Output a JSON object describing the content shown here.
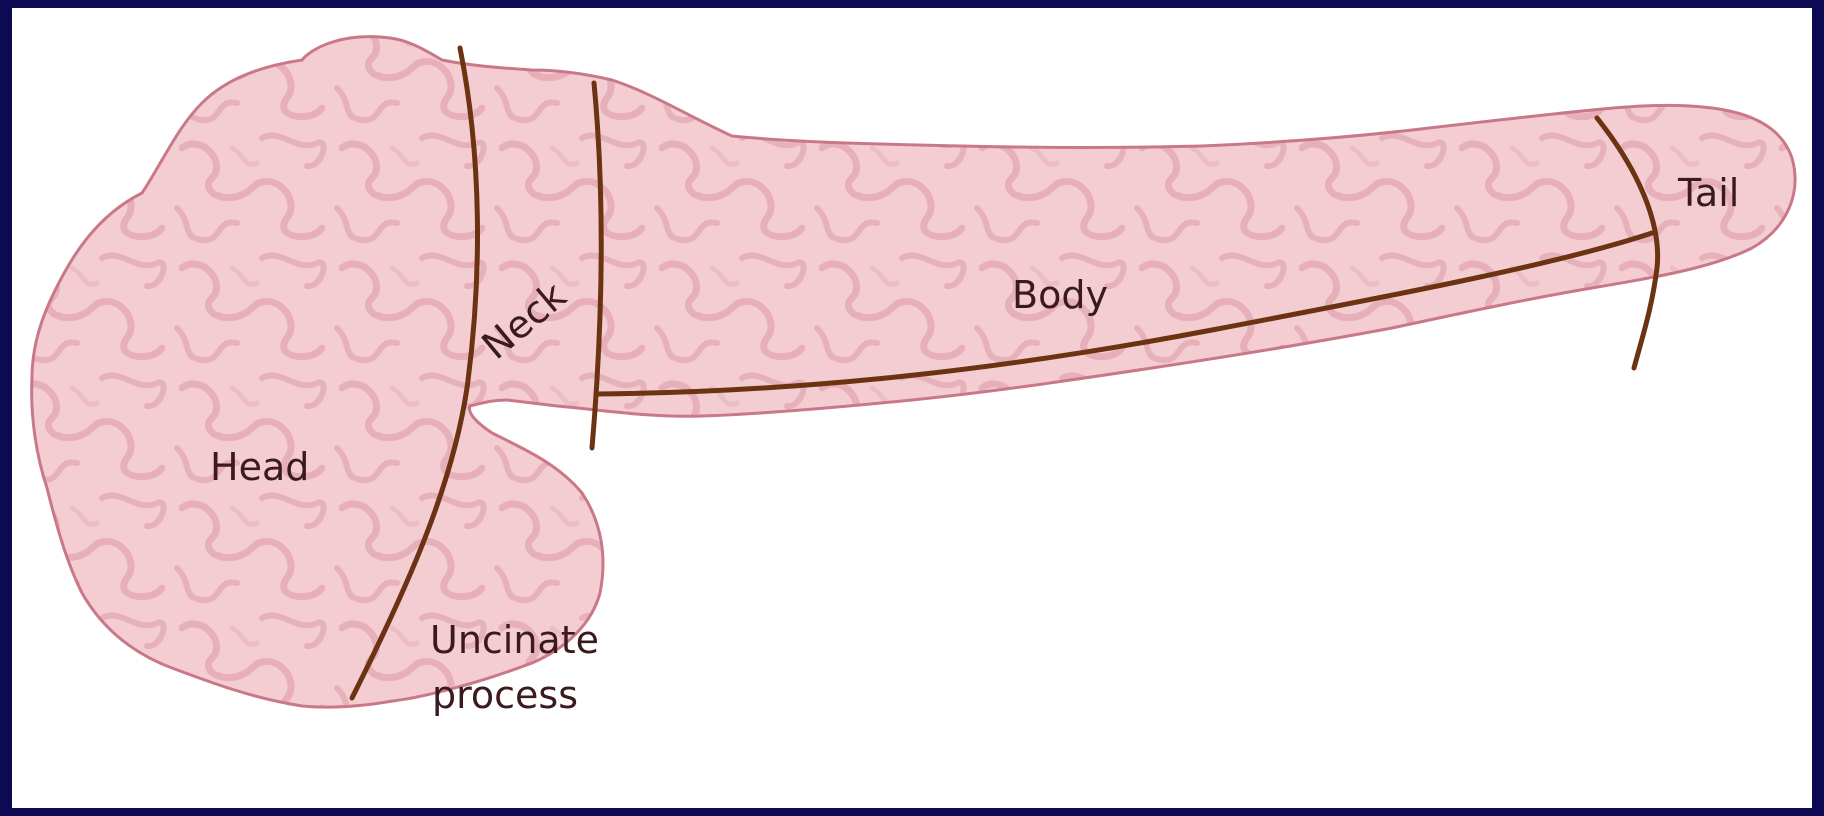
{
  "diagram": {
    "labels": {
      "head": "Head",
      "neck": "Neck",
      "body": "Body",
      "tail": "Tail",
      "uncinate_line1": "Uncinate",
      "uncinate_line2": "process"
    }
  },
  "colors": {
    "background_border": "#0b0a52",
    "tissue_fill": "#f4cdd3",
    "tissue_texture": "#e0a0ac",
    "tissue_outline": "#c97888",
    "boundary_lines": "#6b3312",
    "label_text": "#3a1a1e"
  }
}
